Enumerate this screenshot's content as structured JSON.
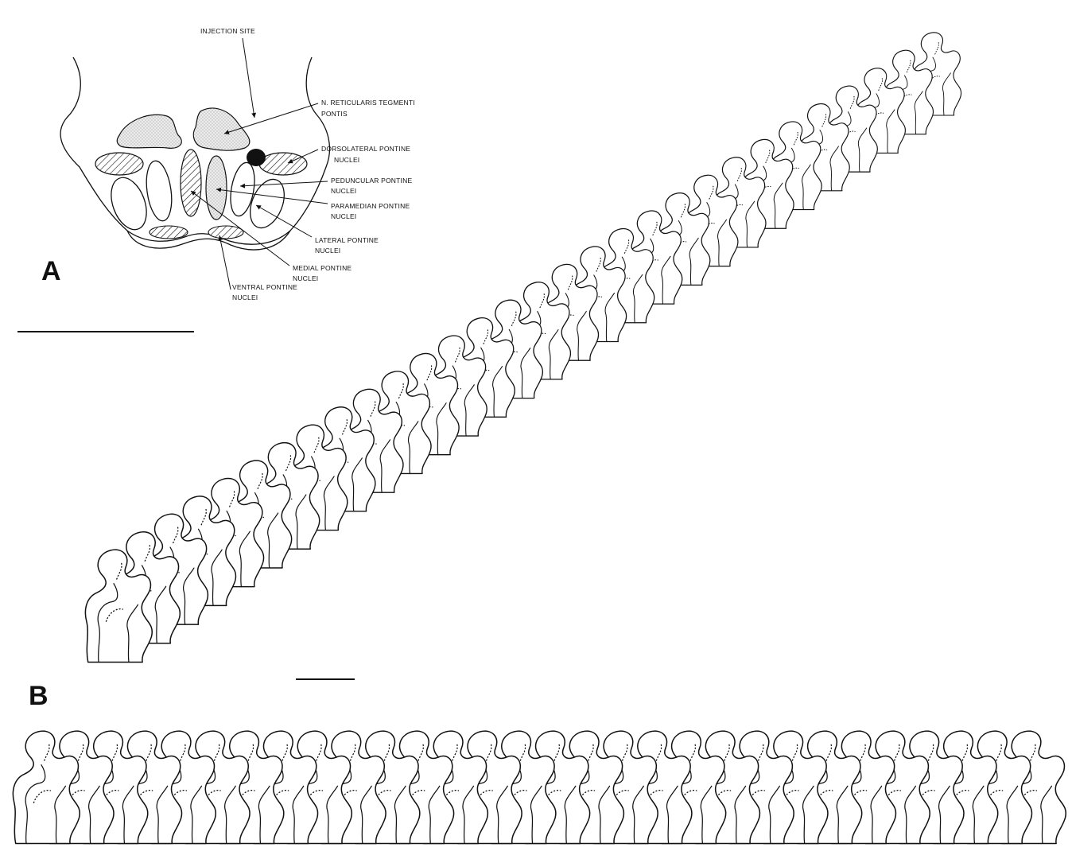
{
  "panel_a": {
    "letter": "A",
    "labels": {
      "injection_site": "INJECTION SITE",
      "reticularis_1": "N. RETICULARIS TEGMENTI",
      "reticularis_2": "PONTIS",
      "dorsolateral_1": "DORSOLATERAL PONTINE",
      "dorsolateral_2": "NUCLEI",
      "peduncular_1": "PEDUNCULAR PONTINE",
      "peduncular_2": "NUCLEI",
      "paramedian_1": "PARAMEDIAN PONTINE",
      "paramedian_2": "NUCLEI",
      "lateral_1": "LATERAL PONTINE",
      "lateral_2": "NUCLEI",
      "medial_1": "MEDIAL PONTINE",
      "medial_2": "NUCLEI",
      "ventral_1": "VENTRAL PONTINE",
      "ventral_2": "NUCLEI"
    }
  },
  "panel_b": {
    "letter": "B",
    "diagonal_section_count": 30,
    "horizontal_section_count": 30
  },
  "colors": {
    "ink": "#111111",
    "stipple": "#d6d6d6",
    "background": "#ffffff"
  }
}
